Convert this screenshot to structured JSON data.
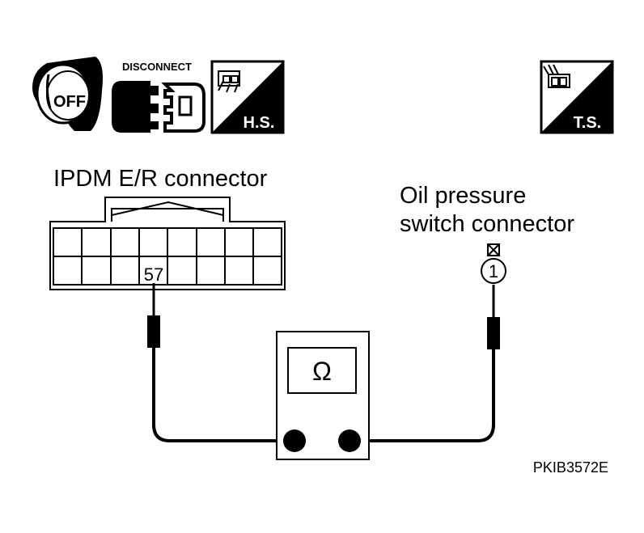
{
  "icons": {
    "ignition": {
      "name": "ignition-key-off-icon",
      "label": "OFF"
    },
    "disconnect": {
      "name": "disconnect-connector-icon",
      "label": "DISCONNECT"
    },
    "harness_side": {
      "name": "harness-side-icon",
      "label": "H.S."
    },
    "terminal_side": {
      "name": "terminal-side-icon",
      "label": "T.S."
    }
  },
  "ipdm_connector": {
    "label": "IPDM E/R connector",
    "terminal": "57"
  },
  "oil_pressure_connector": {
    "label_line1": "Oil pressure",
    "label_line2": "switch connector",
    "terminal": "1"
  },
  "meter": {
    "symbol": "Ω",
    "name": "ohmmeter"
  },
  "figure_id": "PKIB3572E"
}
